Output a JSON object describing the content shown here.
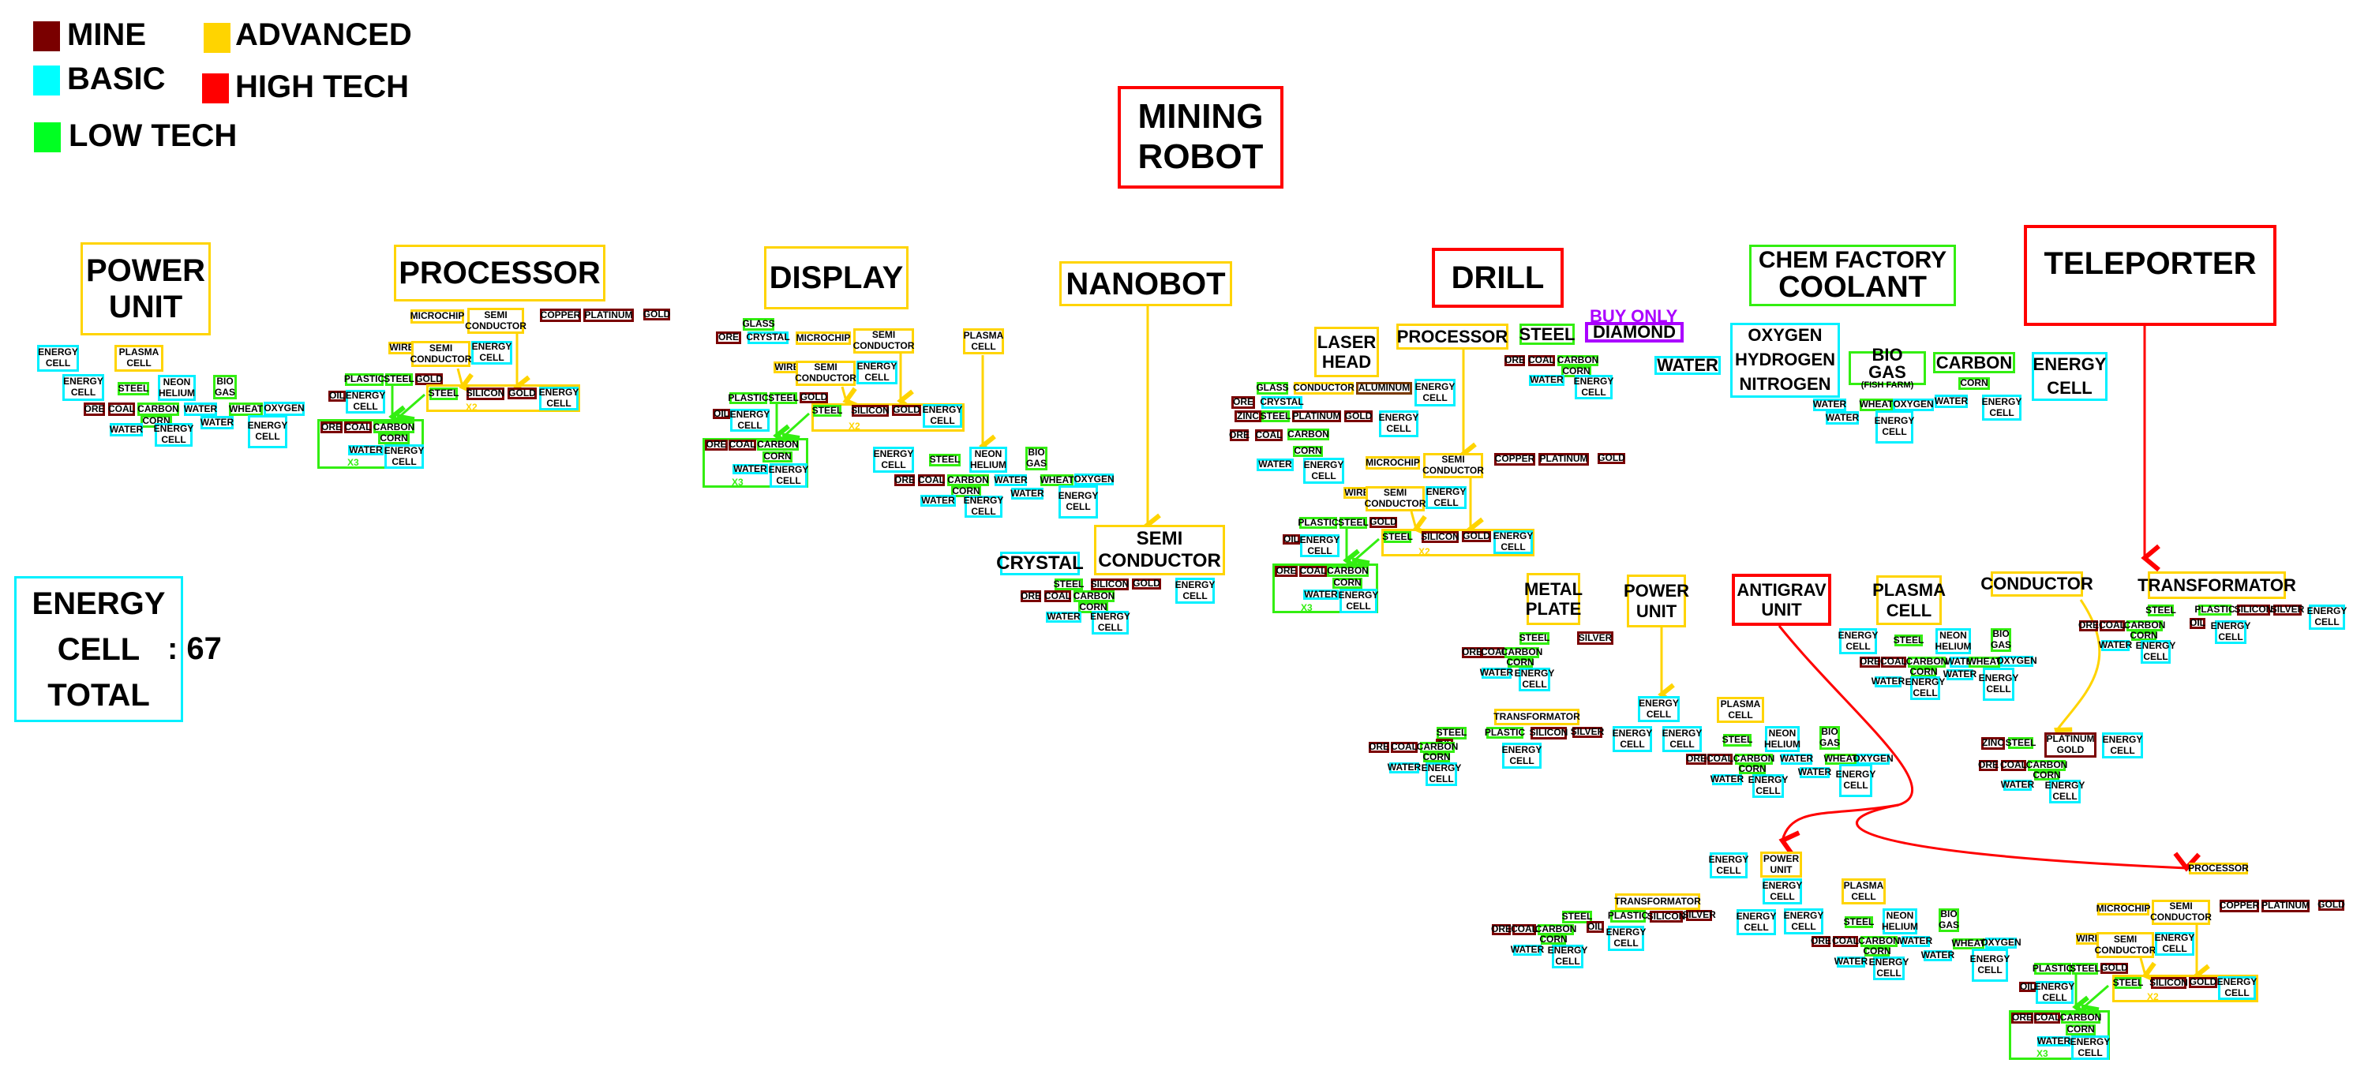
{
  "legend": {
    "mine": {
      "label": "MINE",
      "color": "#7a0000"
    },
    "advanced": {
      "label": "ADVANCED",
      "color": "#ffd400"
    },
    "basic": {
      "label": "BASIC",
      "color": "#00ffff"
    },
    "high_tech": {
      "label": "HIGH TECH",
      "color": "#ff0000"
    },
    "low_tech": {
      "label": "LOW TECH",
      "color": "#00ff22"
    }
  },
  "total": {
    "label": "ENERGY\nCELL\nTOTAL",
    "value": ": 67"
  },
  "titles": {
    "mining_robot": "MINING\nROBOT",
    "power_unit": "POWER\nUNIT",
    "processor": "PROCESSOR",
    "display": "DISPLAY",
    "nanobot": "NANOBOT",
    "drill": "DRILL",
    "chem_factory": "CHEM FACTORY",
    "coolant": "COOLANT",
    "teleporter": "TELEPORTER",
    "semi_conductor": "SEMI\nCONDUCTOR",
    "crystal": "CRYSTAL",
    "laser_head": "LASER\nHEAD",
    "steel": "STEEL",
    "buy_only": "BUY ONLY",
    "diamond": "DIAMOND",
    "water": "WATER",
    "ohn": "OXYGEN\nHYDROGEN\nNITROGEN",
    "bio_gas": "BIO GAS",
    "fish_farm": "(FISH FARM)",
    "carbon": "CARBON",
    "energy_cell": "ENERGY\nCELL",
    "metal_plate": "METAL\nPLATE",
    "antigrav": "ANTIGRAV\nUNIT",
    "plasma_cell": "PLASMA\nCELL",
    "conductor": "CONDUCTOR",
    "transformator": "TRANSFORMATOR"
  },
  "items": {
    "energy_cell": "ENERGY\nCELL",
    "plasma_cell": "PLASMA\nCELL",
    "steel": "STEEL",
    "neon_helium": "NEON\nHELIUM",
    "bio_gas": "BIO\nGAS",
    "ore": "ORE",
    "coal": "COAL",
    "carbon": "CARBON",
    "corn": "CORN",
    "water": "WATER",
    "wheat": "WHEAT",
    "oxygen": "OXYGEN",
    "microchip": "MICROCHIP",
    "semi_conductor": "SEMI\nCONDUCTOR",
    "copper": "COPPER",
    "platinum": "PLATINUM",
    "gold": "GOLD",
    "wire": "WIRE",
    "plastic": "PLASTIC",
    "oil": "OIL",
    "silicon": "SILICON",
    "glass": "GLASS",
    "crystal": "CRYSTAL",
    "conductor": "CONDUCTOR",
    "aluminum": "ALUMINUM",
    "zinc": "ZINC",
    "silver": "SILVER",
    "transformator": "TRANSFORMATOR",
    "power_unit": "POWER\nUNIT",
    "platinum_gold": "PLATINUM\nGOLD",
    "processor": "PROCESSOR",
    "x2": "X2",
    "x3": "X3"
  }
}
